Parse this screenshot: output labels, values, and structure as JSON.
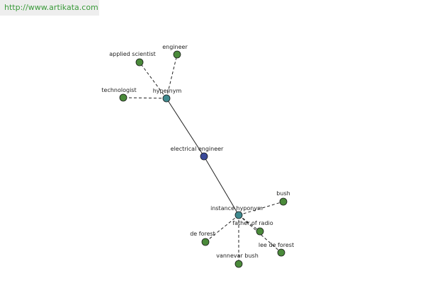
{
  "watermark": "http://www.artikata.com",
  "colors": {
    "leaf_node": "#4a8a3a",
    "hub_node": "#3f8a8f",
    "center_node": "#3a4a9a",
    "edge": "#222222"
  },
  "nodes": [
    {
      "id": "electrical_engineer",
      "label": "electrical engineer",
      "kind": "center"
    },
    {
      "id": "hypernym",
      "label": "hypernym",
      "kind": "hub"
    },
    {
      "id": "instance_hyponym",
      "label": "instance hyponym",
      "kind": "hub"
    },
    {
      "id": "engineer",
      "label": "engineer",
      "kind": "leaf"
    },
    {
      "id": "applied_scientist",
      "label": "applied scientist",
      "kind": "leaf"
    },
    {
      "id": "technologist",
      "label": "technologist",
      "kind": "leaf"
    },
    {
      "id": "bush",
      "label": "bush",
      "kind": "leaf"
    },
    {
      "id": "father_of_radio",
      "label": "father of radio",
      "kind": "leaf"
    },
    {
      "id": "de_forest",
      "label": "de forest",
      "kind": "leaf"
    },
    {
      "id": "lee_de_forest",
      "label": "lee de forest",
      "kind": "leaf"
    },
    {
      "id": "vannevar_bush",
      "label": "vannevar bush",
      "kind": "leaf"
    }
  ],
  "edges": [
    {
      "from": "electrical_engineer",
      "to": "hypernym",
      "style": "solid"
    },
    {
      "from": "electrical_engineer",
      "to": "instance_hyponym",
      "style": "solid"
    },
    {
      "from": "hypernym",
      "to": "engineer",
      "style": "dashed"
    },
    {
      "from": "hypernym",
      "to": "applied_scientist",
      "style": "dashed"
    },
    {
      "from": "hypernym",
      "to": "technologist",
      "style": "dashed"
    },
    {
      "from": "instance_hyponym",
      "to": "bush",
      "style": "dashed"
    },
    {
      "from": "instance_hyponym",
      "to": "father_of_radio",
      "style": "dashed"
    },
    {
      "from": "instance_hyponym",
      "to": "de_forest",
      "style": "dashed"
    },
    {
      "from": "instance_hyponym",
      "to": "lee_de_forest",
      "style": "dashed"
    },
    {
      "from": "instance_hyponym",
      "to": "vannevar_bush",
      "style": "dashed"
    }
  ]
}
